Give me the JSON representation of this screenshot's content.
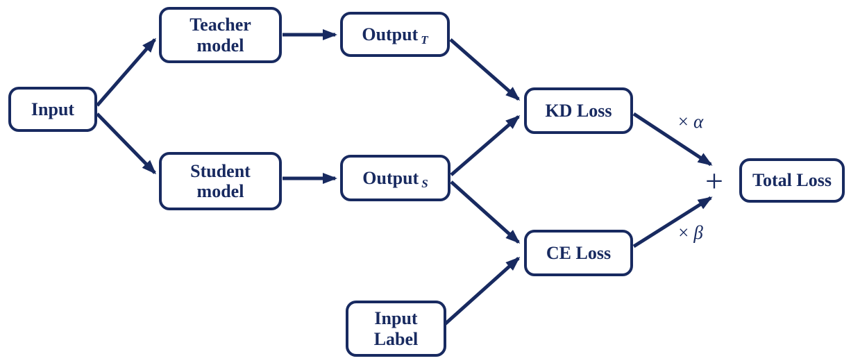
{
  "diagram": {
    "description": "Knowledge distillation training flow diagram",
    "colors": {
      "primary": "#182a60",
      "node_fill": "#ffffff",
      "background": "#ffffff"
    },
    "nodes": {
      "input": {
        "label": "Input"
      },
      "teacher": {
        "lines": [
          "Teacher",
          "model"
        ]
      },
      "student": {
        "lines": [
          "Student",
          "model"
        ]
      },
      "output_t": {
        "label": "Output",
        "sub": "T"
      },
      "output_s": {
        "label": "Output",
        "sub": "S"
      },
      "kd_loss": {
        "label": "KD Loss"
      },
      "ce_loss": {
        "label": "CE Loss"
      },
      "input_label": {
        "lines": [
          "Input",
          "Label"
        ]
      },
      "total_loss": {
        "label": "Total Loss"
      }
    },
    "operators": {
      "plus": "+",
      "alpha": {
        "times": "×",
        "symbol": "α"
      },
      "beta": {
        "times": "×",
        "symbol": "β"
      }
    },
    "edges": [
      {
        "from": "Input",
        "to": "Teacher model"
      },
      {
        "from": "Input",
        "to": "Student model"
      },
      {
        "from": "Teacher model",
        "to": "Output T"
      },
      {
        "from": "Student model",
        "to": "Output S"
      },
      {
        "from": "Output T",
        "to": "KD Loss"
      },
      {
        "from": "Output S",
        "to": "KD Loss"
      },
      {
        "from": "Output S",
        "to": "CE Loss"
      },
      {
        "from": "Input Label",
        "to": "CE Loss"
      },
      {
        "from": "KD Loss",
        "to": "+",
        "label": "× α"
      },
      {
        "from": "CE Loss",
        "to": "+",
        "label": "× β"
      }
    ]
  }
}
